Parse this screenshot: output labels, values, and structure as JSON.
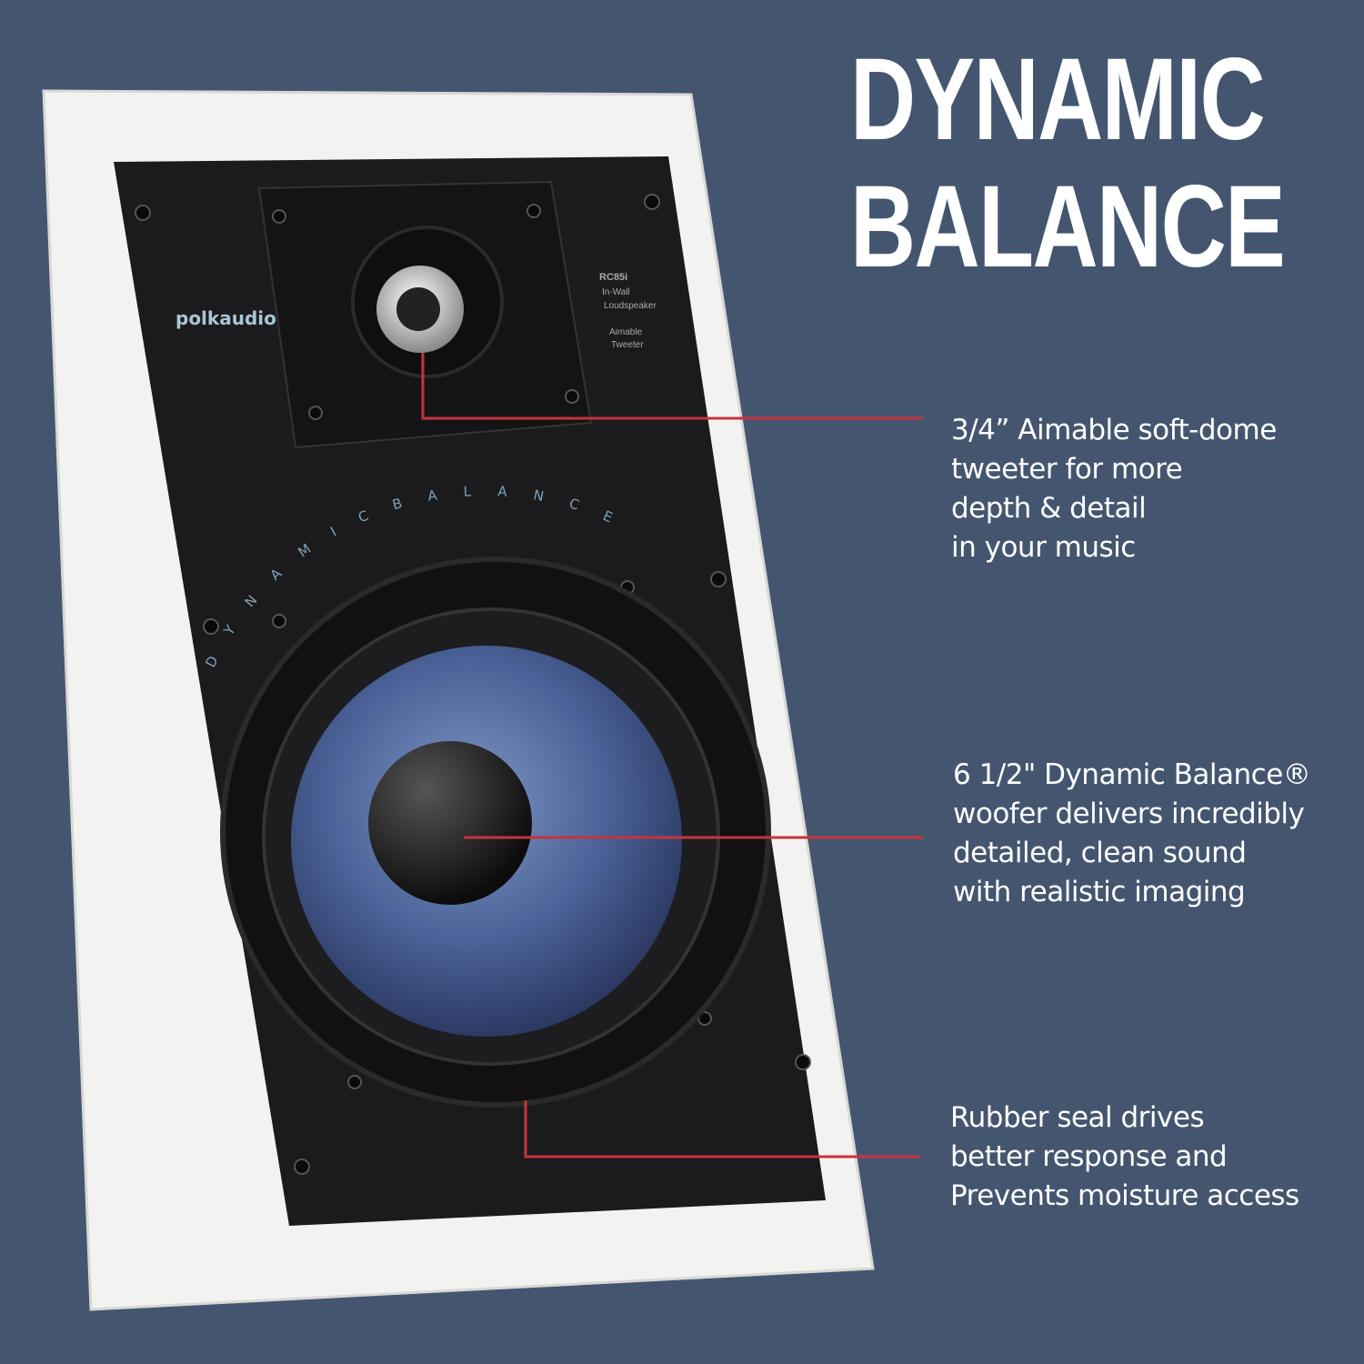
{
  "headline": {
    "line1": "DYNAMIC",
    "line2": "BALANCE"
  },
  "callouts": [
    {
      "text": "3/4” Aimable soft-dome\ntweeter  for more\ndepth & detail\nin your music"
    },
    {
      "text": "6 1/2\" Dynamic Balance®\nwoofer delivers incredibly\ndetailed, clean sound\nwith realistic imaging"
    },
    {
      "text": "Rubber seal drives\nbetter response and\nPrevents moisture access"
    }
  ],
  "speaker": {
    "brand": "polkaudio",
    "model": "RC85i",
    "type_line1": "In-Wall",
    "type_line2": "Loudspeaker",
    "feature_line1": "Aimable",
    "feature_line2": "Tweeter",
    "ring_text": "D Y N A M I C   B A L A N C E"
  },
  "colors": {
    "background": "#44566f",
    "callout_line": "#c8323c",
    "frame": "#f2f2f0",
    "panel": "#1a1a1c",
    "cone": "#4a5f92"
  }
}
